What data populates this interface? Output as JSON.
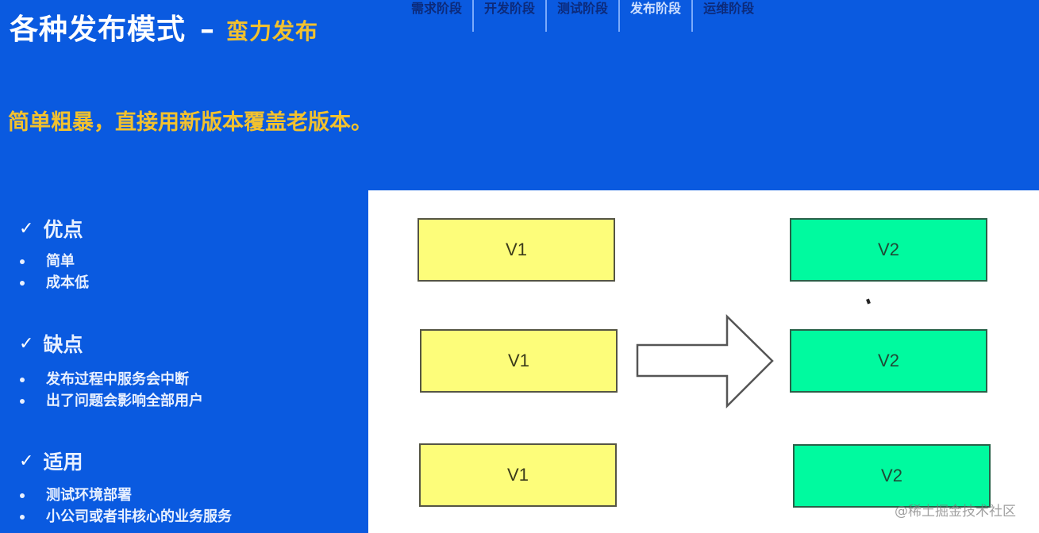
{
  "header": {
    "title": "各种发布模式",
    "separator": "–",
    "subtitle": "蛮力发布"
  },
  "stage_tabs": [
    {
      "label": "需求阶段",
      "active": false
    },
    {
      "label": "开发阶段",
      "active": false
    },
    {
      "label": "测试阶段",
      "active": false
    },
    {
      "label": "发布阶段",
      "active": true
    },
    {
      "label": "运维阶段",
      "active": false
    }
  ],
  "description": "简单粗暴，直接用新版本覆盖老版本。",
  "sections": [
    {
      "icon": "check-icon",
      "check": "✓",
      "title": "优点",
      "items": [
        "简单",
        "成本低"
      ]
    },
    {
      "icon": "check-icon",
      "check": "✓",
      "title": "缺点",
      "items": [
        "发布过程中服务会中断",
        "出了问题会影响全部用户"
      ]
    },
    {
      "icon": "check-icon",
      "check": "✓",
      "title": "适用",
      "items": [
        "测试环境部署",
        "小公司或者非核心的业务服务"
      ]
    }
  ],
  "diagram": {
    "old_version_label": "V1",
    "new_version_label": "V2",
    "old_boxes": [
      "V1",
      "V1",
      "V1"
    ],
    "new_boxes": [
      "V2",
      "V2",
      "V2"
    ],
    "colors": {
      "old_fill": "#fdfd7a",
      "new_fill": "#00fa9f",
      "background": "#0a5ae0",
      "accent_text": "#f2c12e"
    },
    "arrow": "right-arrow"
  },
  "watermark": "@稀土掘金技术社区"
}
